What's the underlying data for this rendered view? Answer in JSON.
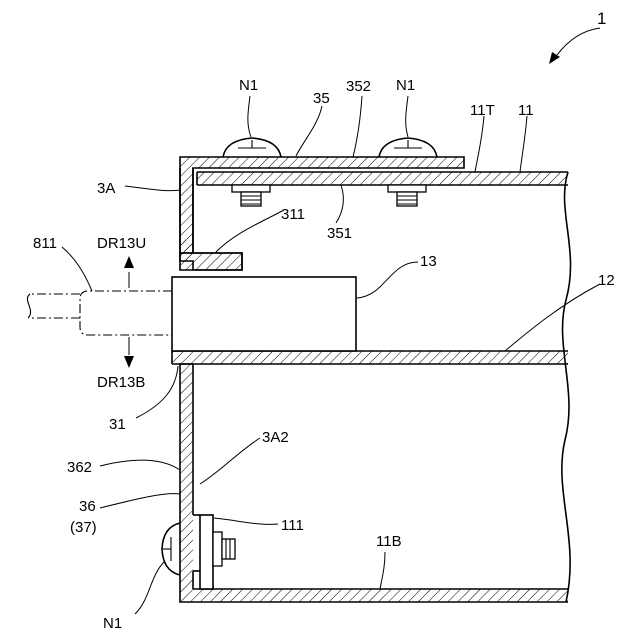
{
  "labels": {
    "fig_ref": "1",
    "n1_top_left": "N1",
    "n1_top_right": "N1",
    "part_35": "35",
    "part_352": "352",
    "part_11T": "11T",
    "part_11": "11",
    "part_3A": "3A",
    "part_311": "311",
    "part_351": "351",
    "part_811": "811",
    "dir_up": "DR13U",
    "part_13": "13",
    "part_12": "12",
    "dir_down": "DR13B",
    "part_31": "31",
    "part_3A2": "3A2",
    "part_362": "362",
    "part_36": "36",
    "part_37": "(37)",
    "part_111": "111",
    "part_11B": "11B",
    "n1_bottom": "N1"
  }
}
